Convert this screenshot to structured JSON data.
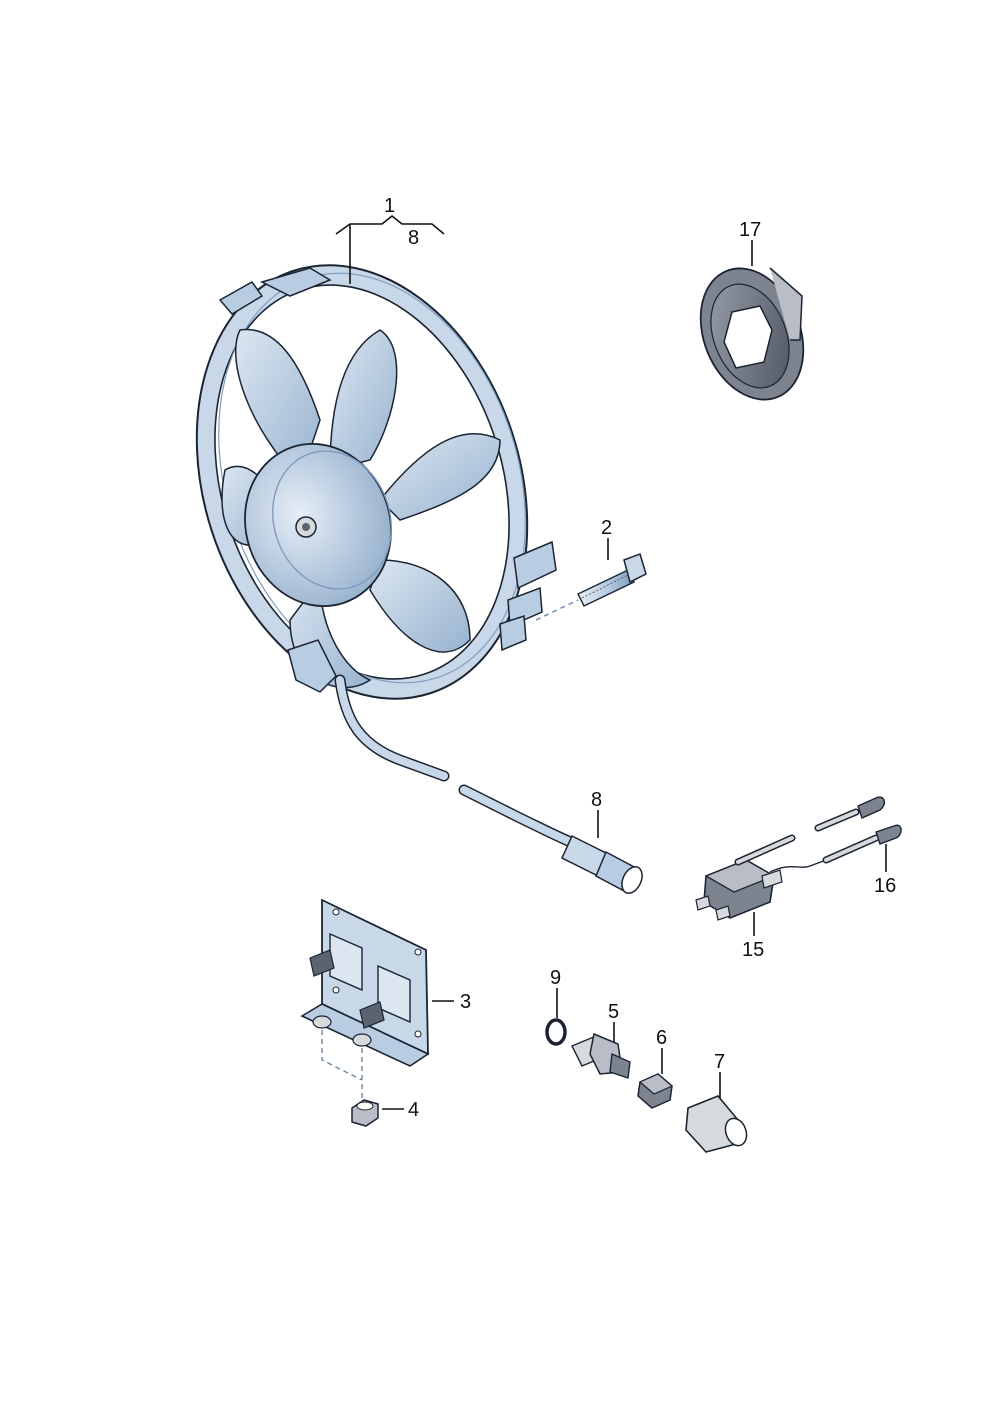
{
  "callouts": {
    "c1": "1",
    "c8_bracket": "8",
    "c17": "17",
    "c2": "2",
    "c8": "8",
    "c16": "16",
    "c15": "15",
    "c3": "3",
    "c9": "9",
    "c5": "5",
    "c6": "6",
    "c7": "7",
    "c4": "4"
  },
  "colors": {
    "part_fill": "#b9cde2",
    "part_light": "#dbe6f1",
    "part_dark": "#7f9cbf",
    "outline": "#1b2433",
    "dark_grey": "#5b6270",
    "light_grey": "#d7dadd"
  }
}
